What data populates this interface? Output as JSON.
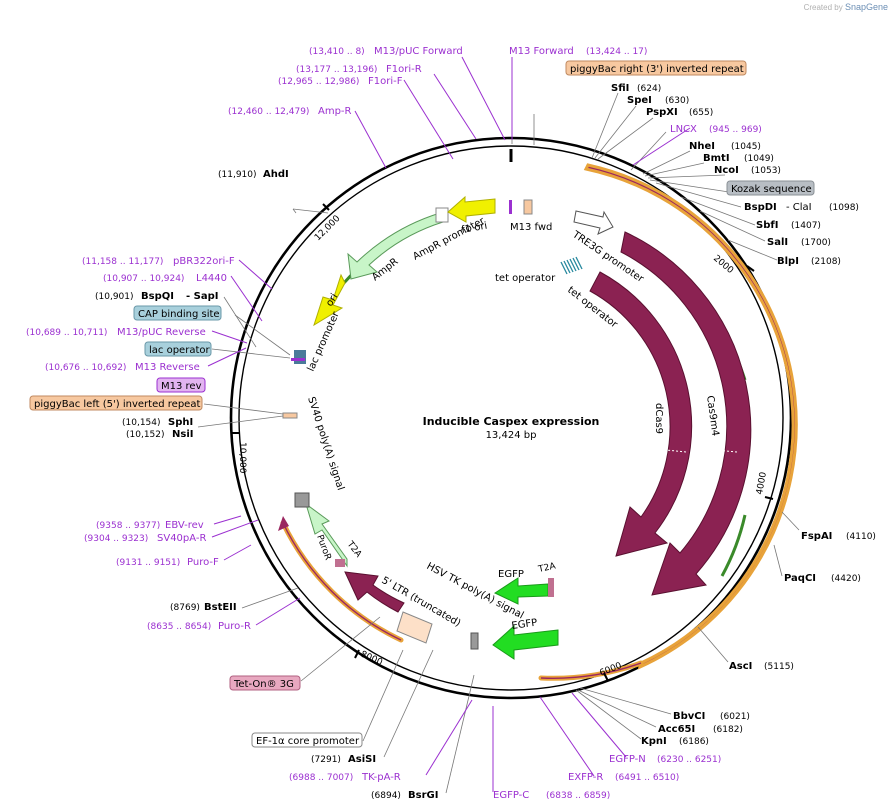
{
  "brand": {
    "created_by": "Created by",
    "name": "SnapGene"
  },
  "plasmid": {
    "name": "Inducible Caspex expression",
    "length": "13,424 bp",
    "total_bp": 13424
  },
  "colors": {
    "backbone": "#000000",
    "cas9": "#8b2252",
    "egfp": "#22dd22",
    "orange_outline": "#e8a33a",
    "green_marker": "#3a8a2a",
    "amp": "#c8f5c8",
    "ori": "#f0f000",
    "purple": "#9b30d0",
    "blue_site": "#a8d0dc",
    "gray_site": "#b8bec4",
    "peach": "#f7c8a0",
    "pink": "#e8a8c0"
  },
  "ticks": [
    {
      "bp": 2000,
      "label": "2000"
    },
    {
      "bp": 4000,
      "label": "4000"
    },
    {
      "bp": 6000,
      "label": "6000"
    },
    {
      "bp": 8000,
      "label": "8000"
    },
    {
      "bp": 10000,
      "label": "10,000"
    },
    {
      "bp": 12000,
      "label": "12,000"
    }
  ],
  "features": {
    "dcas9": "dCas9",
    "cas9m4": "Cas9m4",
    "egfp_top": "EGFP",
    "egfp_bottom": "EGFP",
    "t2a_egfp": "T2A",
    "t2a_puro": "T2A",
    "puror": "PuroR",
    "ampr": "AmpR",
    "ampr_promoter": "AmpR promoter",
    "ori": "ori",
    "f1_ori": "f1 ori",
    "lac_promoter": "lac promoter",
    "m13_fwd": "M13 fwd",
    "tre3g": "TRE3G promoter",
    "tet_operator_1": "tet operator",
    "tet_operator_2": "tet operator",
    "sv40": "SV40 poly(A) signal",
    "five_ltr": "5' LTR (truncated)",
    "hsv_tk": "HSV TK poly(A) signal"
  },
  "sites": {
    "right": [
      {
        "name": "SfiI",
        "pos": "(624)"
      },
      {
        "name": "SpeI",
        "pos": "(630)"
      },
      {
        "name": "PspXI",
        "pos": "(655)"
      },
      {
        "name": "NheI",
        "pos": "(1045)"
      },
      {
        "name": "BmtI",
        "pos": "(1049)"
      },
      {
        "name": "NcoI",
        "pos": "(1053)"
      },
      {
        "name": "BspDI",
        "sep": "- ClaI",
        "pos": "(1098)"
      },
      {
        "name": "SbfI",
        "pos": "(1407)"
      },
      {
        "name": "SalI",
        "pos": "(1700)"
      },
      {
        "name": "BlpI",
        "pos": "(2108)"
      },
      {
        "name": "FspAI",
        "pos": "(4110)"
      },
      {
        "name": "PaqCI",
        "pos": "(4420)"
      },
      {
        "name": "AscI",
        "pos": "(5115)"
      },
      {
        "name": "BbvCI",
        "pos": "(6021)"
      },
      {
        "name": "Acc65I",
        "pos": "(6182)"
      },
      {
        "name": "KpnI",
        "pos": "(6186)"
      }
    ],
    "left": [
      {
        "name": "AhdI",
        "pos": "(11,910)"
      },
      {
        "name": "BspQI",
        "sep": "- SapI",
        "pos": "(10,901)"
      },
      {
        "name": "SphI",
        "pos": "(10,154)"
      },
      {
        "name": "NsiI",
        "pos": "(10,152)"
      },
      {
        "name": "BstEII",
        "pos": "(8769)"
      },
      {
        "name": "AsiSI",
        "pos": "(7291)"
      },
      {
        "name": "BsrGI",
        "pos": "(6894)"
      }
    ]
  },
  "primers": [
    {
      "name": "M13/pUC Forward",
      "range": "(13,410 .. 8)"
    },
    {
      "name": "M13 Forward",
      "range": "(13,424 .. 17)"
    },
    {
      "name": "F1ori-R",
      "range": "(13,177 .. 13,196)"
    },
    {
      "name": "F1ori-F",
      "range": "(12,965 .. 12,986)"
    },
    {
      "name": "Amp-R",
      "range": "(12,460 .. 12,479)"
    },
    {
      "name": "LNCX",
      "range": "(945 .. 969)"
    },
    {
      "name": "pBR322ori-F",
      "range": "(11,158 .. 11,177)"
    },
    {
      "name": "L4440",
      "range": "(10,907 .. 10,924)"
    },
    {
      "name": "M13/pUC Reverse",
      "range": "(10,689 .. 10,711)"
    },
    {
      "name": "M13 Reverse",
      "range": "(10,676 .. 10,692)"
    },
    {
      "name": "EBV-rev",
      "range": "(9358 .. 9377)"
    },
    {
      "name": "SV40pA-R",
      "range": "(9304 .. 9323)"
    },
    {
      "name": "Puro-F",
      "range": "(9131 .. 9151)"
    },
    {
      "name": "Puro-R",
      "range": "(8635 .. 8654)"
    },
    {
      "name": "EGFP-N",
      "range": "(6230 .. 6251)"
    },
    {
      "name": "EXFP-R",
      "range": "(6491 .. 6510)"
    },
    {
      "name": "TK-pA-R",
      "range": "(6988 .. 7007)"
    },
    {
      "name": "EGFP-C",
      "range": "(6838 .. 6859)"
    }
  ],
  "boxed": {
    "piggybac_right": "piggyBac right (3') inverted repeat",
    "kozak": "Kozak sequence",
    "cap": "CAP binding site",
    "lac_operator": "lac operator",
    "m13_rev": "M13 rev",
    "piggybac_left": "piggyBac left (5') inverted repeat",
    "tet_on": "Tet-On® 3G",
    "ef1a": "EF-1α core promoter"
  }
}
